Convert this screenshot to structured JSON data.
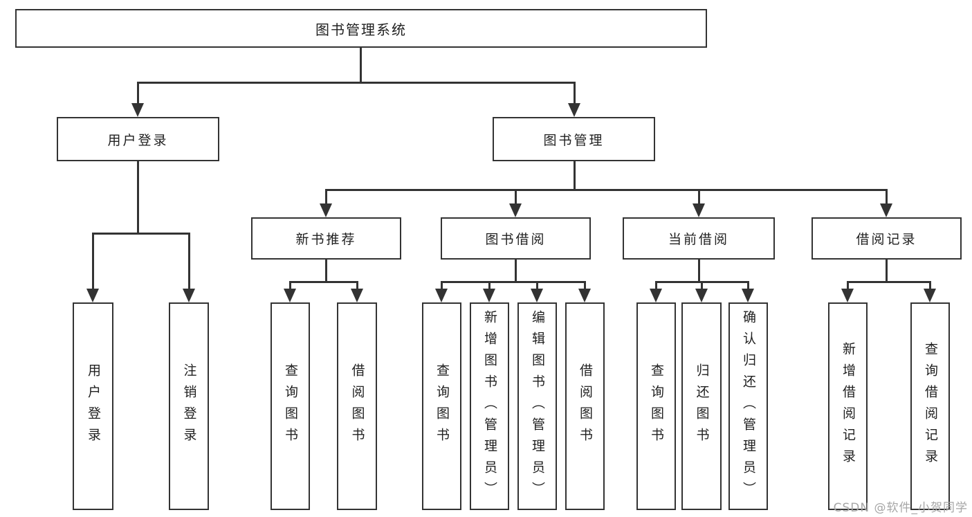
{
  "diagram": {
    "type": "hierarchy",
    "title": "图书管理系统",
    "watermark": "CSDN @软件_小贺同学",
    "colors": {
      "background": "#ffffff",
      "box_fill": "#ffffff",
      "box_border": "#333333",
      "line": "#333333",
      "text": "#1f1f1f",
      "watermark": "#a6a6a6"
    },
    "nodes": {
      "root": {
        "label": "图书管理系统",
        "level": 1
      },
      "user_login": {
        "label": "用户登录",
        "level": 2
      },
      "book_mgmt": {
        "label": "图书管理",
        "level": 2
      },
      "new_book_rec": {
        "label": "新书推荐",
        "level": 3
      },
      "book_borrow": {
        "label": "图书借阅",
        "level": 3
      },
      "current_borrow": {
        "label": "当前借阅",
        "level": 3
      },
      "borrow_record": {
        "label": "借阅记录",
        "level": 3
      },
      "leaf_user_login": {
        "label": "用户登录",
        "level": 4
      },
      "leaf_logout": {
        "label": "注销登录",
        "level": 4
      },
      "leaf_query_book_1": {
        "label": "查询图书",
        "level": 4
      },
      "leaf_borrow_book_1": {
        "label": "借阅图书",
        "level": 4
      },
      "leaf_query_book_2": {
        "label": "查询图书",
        "level": 4
      },
      "leaf_add_book": {
        "label": "新增图书（管理员）",
        "level": 4
      },
      "leaf_edit_book": {
        "label": "编辑图书（管理员）",
        "level": 4
      },
      "leaf_borrow_book_2": {
        "label": "借阅图书",
        "level": 4
      },
      "leaf_query_book_3": {
        "label": "查询图书",
        "level": 4
      },
      "leaf_return_book": {
        "label": "归还图书",
        "level": 4
      },
      "leaf_confirm_return": {
        "label": "确认归还（管理员）",
        "level": 4
      },
      "leaf_add_borrow_record": {
        "label": "新增借阅记录",
        "level": 4
      },
      "leaf_query_borrow_record": {
        "label": "查询借阅记录",
        "level": 4
      }
    },
    "edges": [
      {
        "from": "root",
        "to": [
          "user_login",
          "book_mgmt"
        ]
      },
      {
        "from": "user_login",
        "to": [
          "leaf_user_login",
          "leaf_logout"
        ]
      },
      {
        "from": "book_mgmt",
        "to": [
          "new_book_rec",
          "book_borrow",
          "current_borrow",
          "borrow_record"
        ]
      },
      {
        "from": "new_book_rec",
        "to": [
          "leaf_query_book_1",
          "leaf_borrow_book_1"
        ]
      },
      {
        "from": "book_borrow",
        "to": [
          "leaf_query_book_2",
          "leaf_add_book",
          "leaf_edit_book",
          "leaf_borrow_book_2"
        ]
      },
      {
        "from": "current_borrow",
        "to": [
          "leaf_query_book_3",
          "leaf_return_book",
          "leaf_confirm_return"
        ]
      },
      {
        "from": "borrow_record",
        "to": [
          "leaf_add_borrow_record",
          "leaf_query_borrow_record"
        ]
      }
    ]
  }
}
